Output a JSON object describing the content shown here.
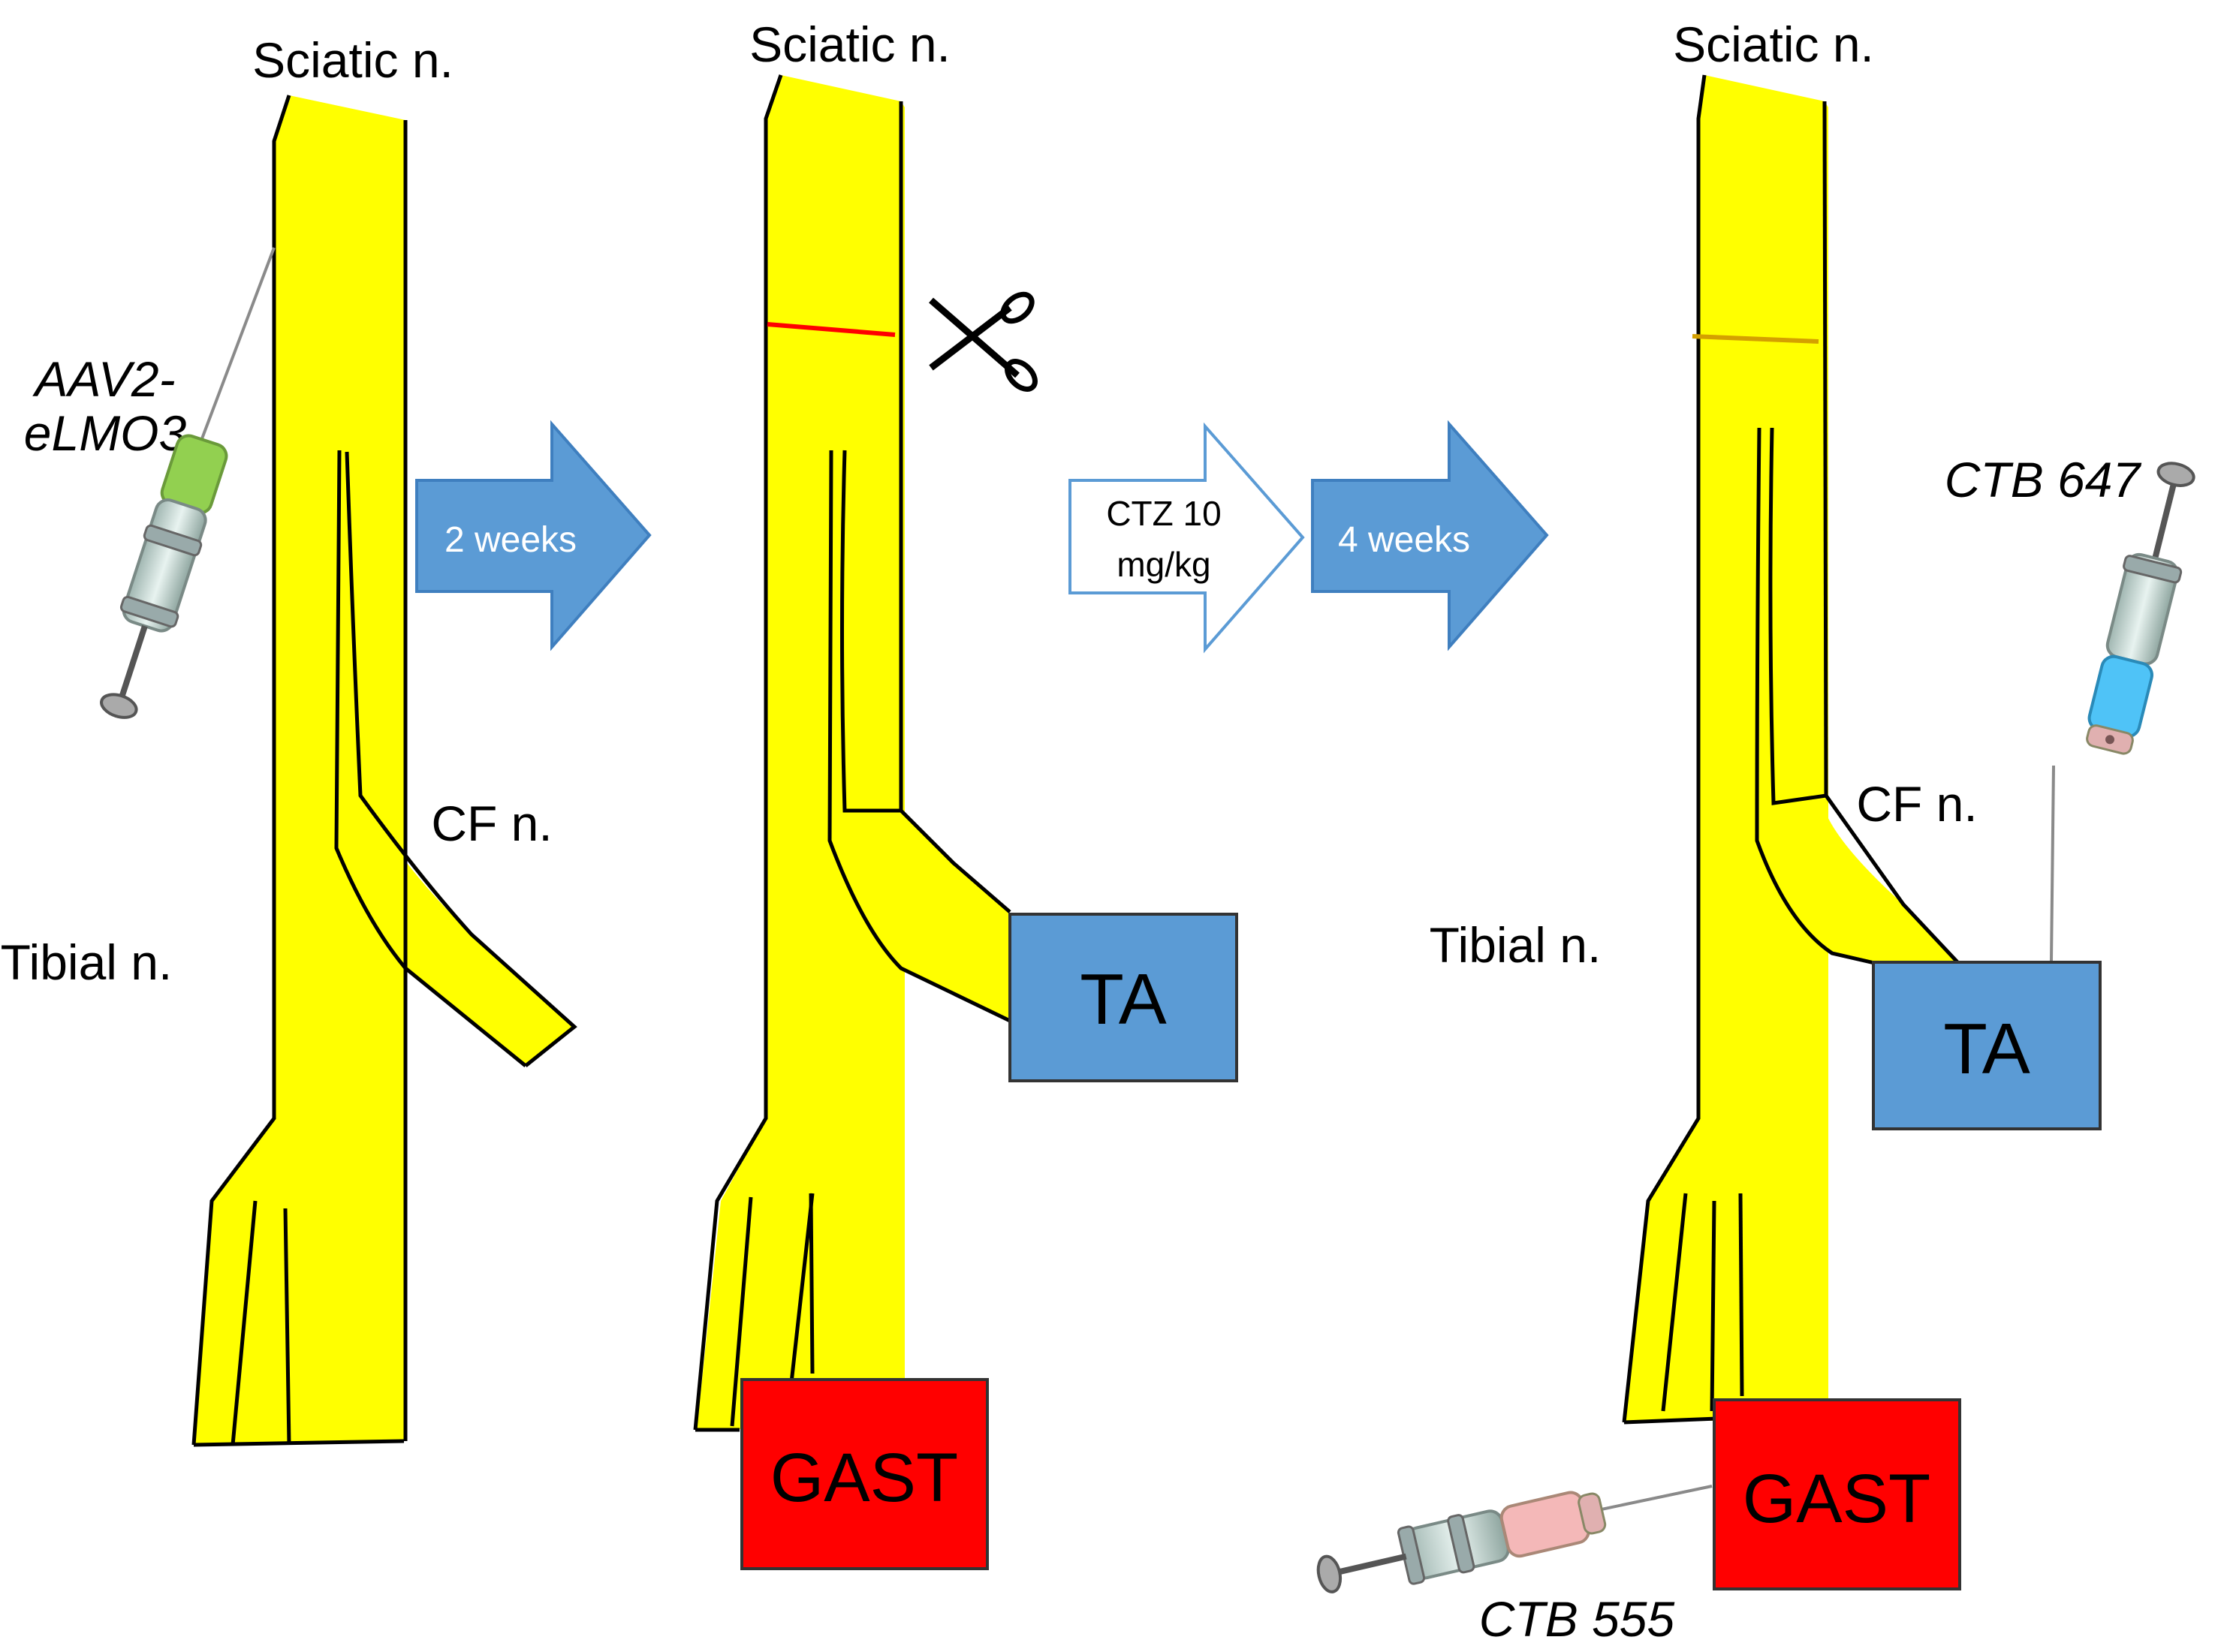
{
  "colors": {
    "nerve": "#ffff00",
    "nerve_outline": "#000000",
    "arrow_fill": "#5b9bd5",
    "arrow_stroke": "#3f7fbf",
    "ta_box": "#5b9bd5",
    "gast_box": "#ff0000",
    "cut_line_fresh": "#ff0000",
    "cut_line_healed": "#d4a000",
    "syringe_green": "#92d050",
    "syringe_blue": "#4fc3f7",
    "syringe_pink": "#f4b8b8"
  },
  "panels": [
    {
      "sciatic_label": "Sciatic n.",
      "tibial_label": "Tibial n.",
      "cf_label": "CF n.",
      "syringe_label_line1": "AAV2-",
      "syringe_label_line2": "eLMO3"
    },
    {
      "sciatic_label": "Sciatic n.",
      "ta_label": "TA",
      "gast_label": "GAST",
      "scissors_icon": "scissors-icon"
    },
    {
      "sciatic_label": "Sciatic n.",
      "tibial_label": "Tibial n.",
      "cf_label": "CF n.",
      "ta_label": "TA",
      "gast_label": "GAST",
      "syringe_top_label": "CTB 647",
      "syringe_bottom_label": "CTB 555"
    }
  ],
  "arrows": {
    "first": "2 weeks",
    "treatment_line1": "CTZ 10",
    "treatment_line2": "mg/kg",
    "second": "4 weeks"
  }
}
